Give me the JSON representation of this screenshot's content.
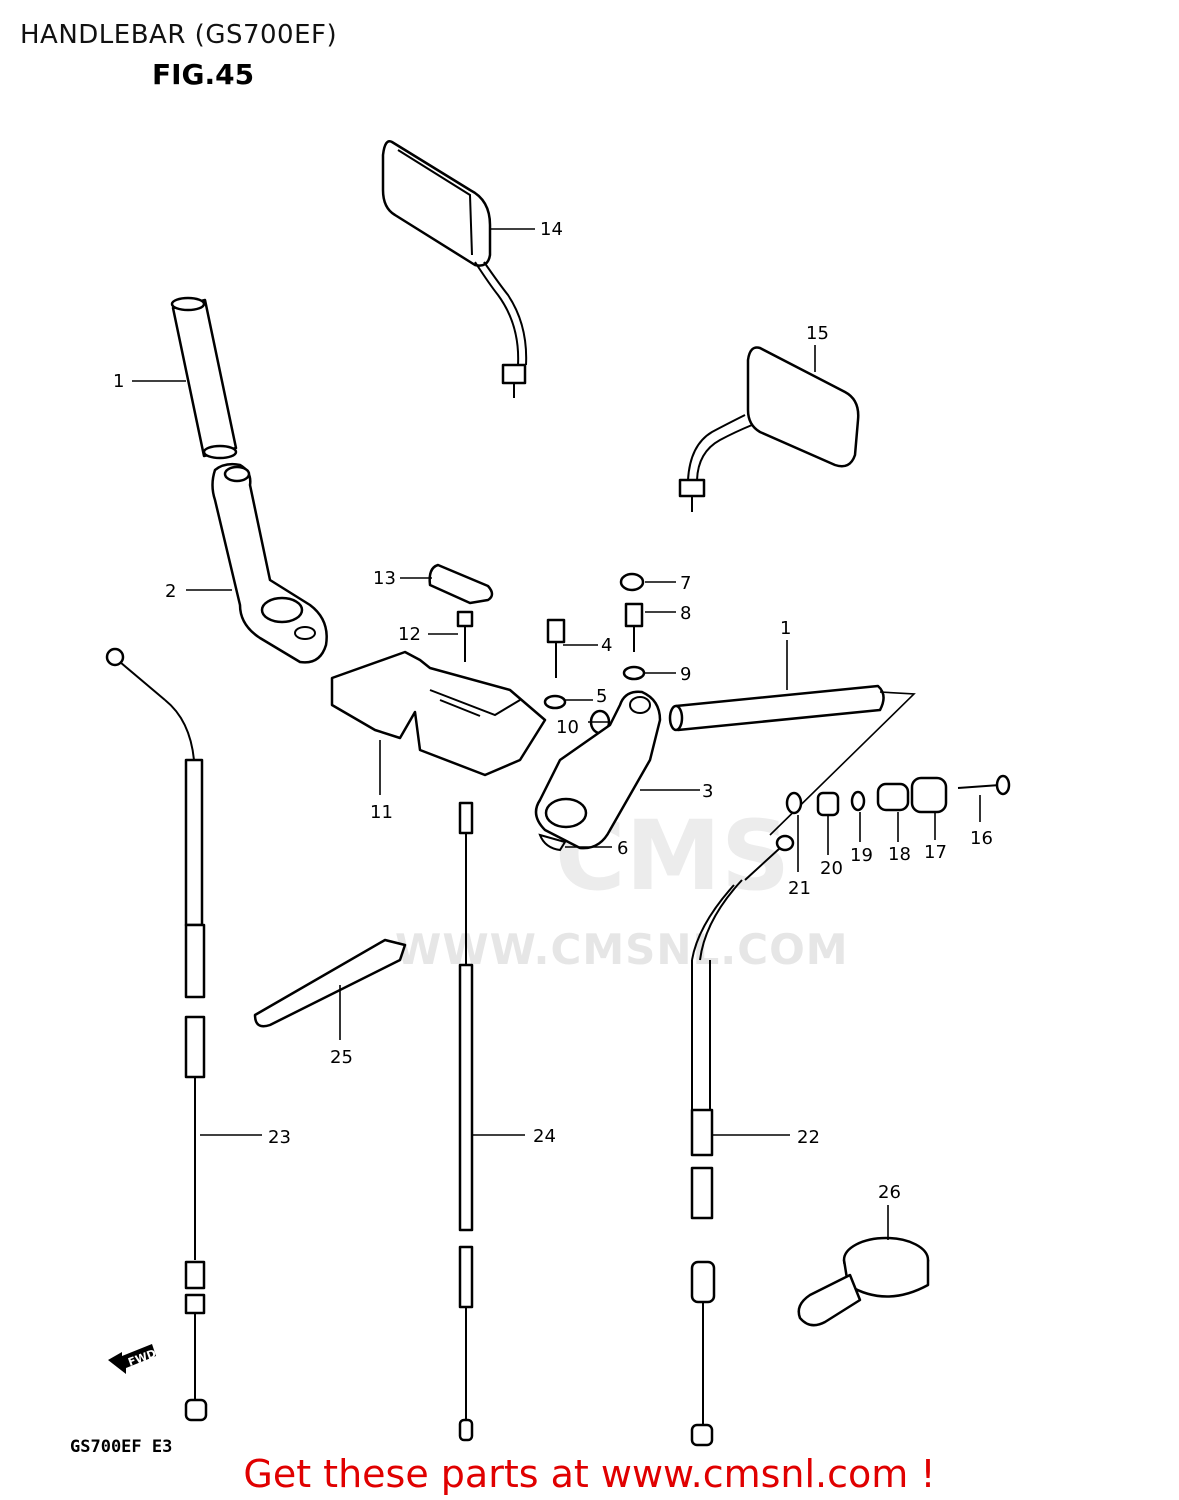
{
  "title": "HANDLEBAR (GS700EF)",
  "figure": "FIG.45",
  "model_code": "GS700EF E3",
  "footer_link": "Get these parts at www.cmsnl.com !",
  "watermark": "WWW.CMSNL.COM",
  "watermark_logo": "CMS",
  "fwd_marker": "FWD",
  "callouts": [
    "1",
    "2",
    "3",
    "4",
    "5",
    "6",
    "7",
    "8",
    "9",
    "10",
    "11",
    "12",
    "13",
    "14",
    "15",
    "16",
    "17",
    "18",
    "19",
    "20",
    "21",
    "22",
    "23",
    "24",
    "25",
    "26",
    "1"
  ],
  "colors": {
    "footer": "#e00000",
    "lines": "#000000",
    "watermark": "#e6e6e6"
  }
}
